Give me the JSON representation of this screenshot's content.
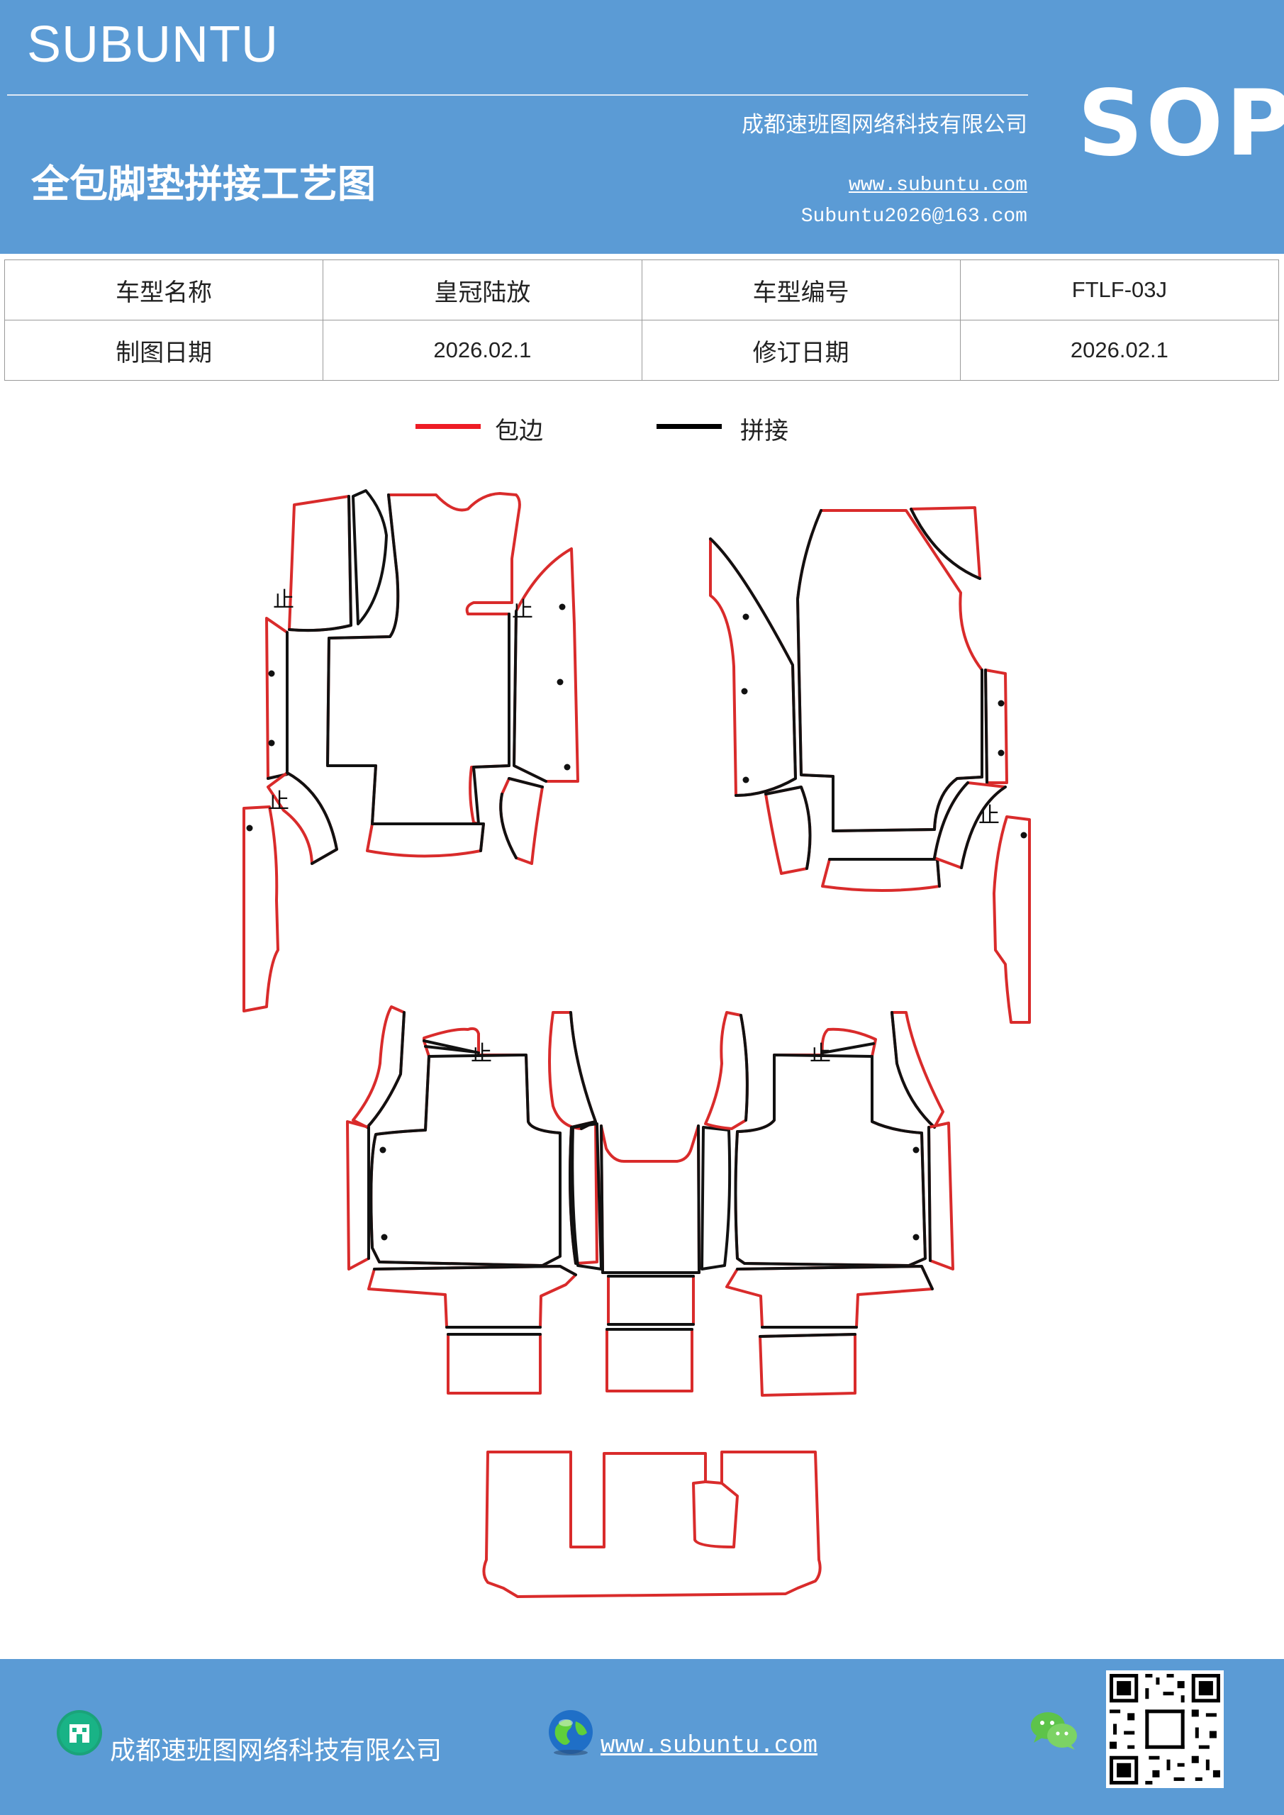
{
  "header": {
    "brand": "SUBUNTU",
    "company": "成都速班图网络科技有限公司",
    "title": "全包脚垫拼接工艺图",
    "website": "www.subuntu.com",
    "email": "Subuntu2026@163.com",
    "badge": "SOP",
    "background_color": "#5b9bd5"
  },
  "info_table": {
    "rows": [
      [
        "车型名称",
        "皇冠陆放",
        "车型编号",
        "FTLF-03J"
      ],
      [
        "制图日期",
        "2026.02.1",
        "修订日期",
        "2026.02.1"
      ]
    ]
  },
  "legend": {
    "items": [
      {
        "label": "包边",
        "color": "#ee1c25"
      },
      {
        "label": "拼接",
        "color": "#000000"
      }
    ]
  },
  "drawing": {
    "stop_mark": "止",
    "edge_color": "#d92b2b",
    "seam_color": "#111111"
  },
  "footer": {
    "company": "成都速班图网络科技有限公司",
    "website": "www.subuntu.com",
    "icons": [
      "building-icon",
      "globe-icon",
      "wechat-icon",
      "qr-code"
    ]
  }
}
